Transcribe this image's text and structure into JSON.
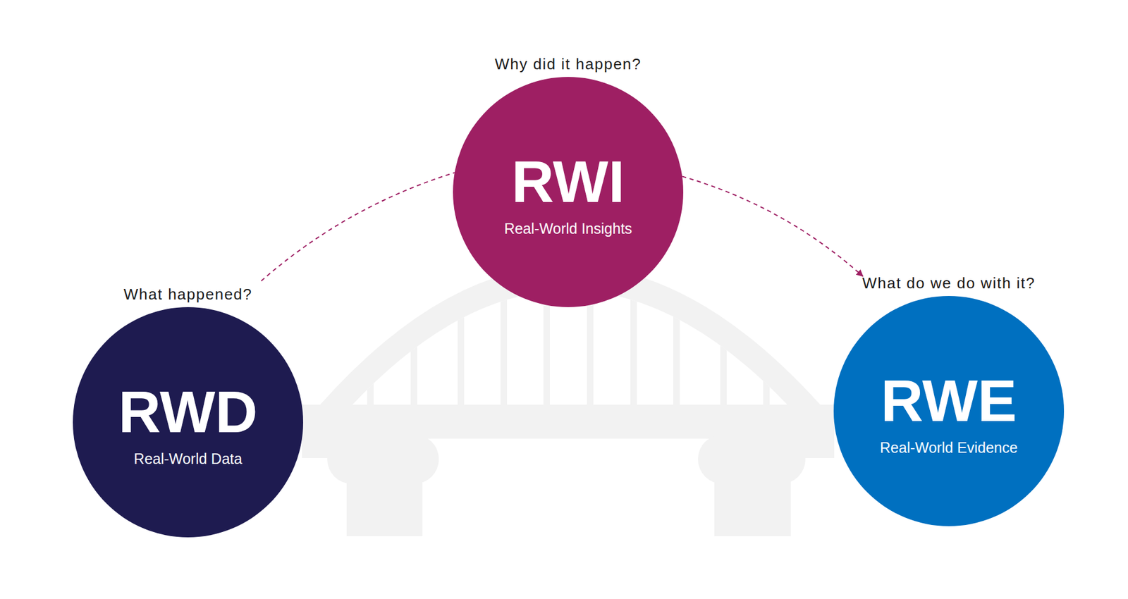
{
  "diagram": {
    "nodes": [
      {
        "text": [
          "What happened?",
          "RWD",
          "Real-World Data"
        ]
      },
      {
        "text": [
          "Why did it happen?",
          "RWI",
          "Real-World Insights"
        ]
      },
      {
        "text": [
          "What do we do with it?",
          "RWE",
          "Real-World Evidence"
        ]
      }
    ],
    "edges": [
      {
        "from": 0,
        "to": 1,
        "arrow": "none"
      },
      {
        "from": 1,
        "to": 2,
        "arrow": "to"
      }
    ]
  }
}
